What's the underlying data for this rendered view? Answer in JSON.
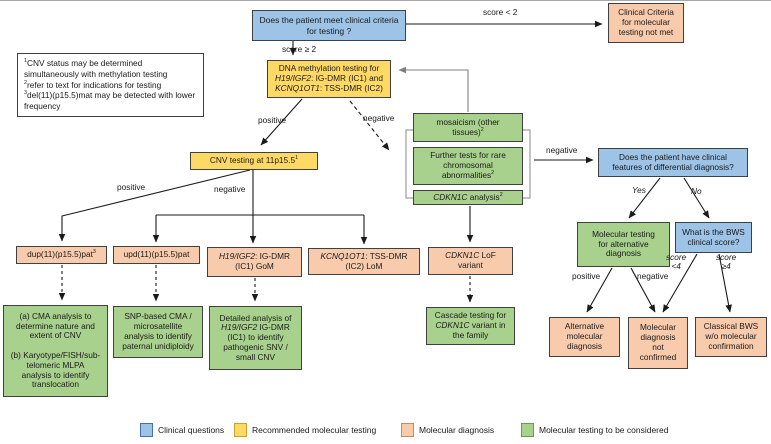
{
  "palette": {
    "blue": "#9DC3E6",
    "yellow": "#FFD966",
    "orange": "#F8CBAD",
    "green": "#A9D18E",
    "white": "#FFFFFF"
  },
  "nodes": {
    "clinical_question": [
      {
        "t": "Does the patient meet clinical criteria"
      },
      {
        "br": 1
      },
      {
        "t": "for testing ?"
      }
    ],
    "criteria_not_met": [
      {
        "t": "Clinical Criteria"
      },
      {
        "br": 1
      },
      {
        "t": "for molecular"
      },
      {
        "br": 1
      },
      {
        "t": "testing not met"
      }
    ],
    "dna_methylation": [
      {
        "t": "DNA methylation testing for"
      },
      {
        "br": 1
      },
      {
        "t": "H19/IGF2",
        "i": 1
      },
      {
        "t": ": IG-DMR (IC1) and"
      },
      {
        "br": 1
      },
      {
        "t": "KCNQ1OT1",
        "i": 1
      },
      {
        "t": ": TSS-DMR (IC2)"
      }
    ],
    "cnv_testing": [
      {
        "t": "CNV testing at 11p15.5"
      },
      {
        "t": "1",
        "s": 1
      }
    ],
    "mosaicism": [
      {
        "t": "mosaicism (other"
      },
      {
        "br": 1
      },
      {
        "t": "tissues)"
      },
      {
        "t": "2",
        "s": 1
      }
    ],
    "further_tests": [
      {
        "t": "Further tests for rare"
      },
      {
        "br": 1
      },
      {
        "t": "chromosomal"
      },
      {
        "br": 1
      },
      {
        "t": "abnormalities"
      },
      {
        "t": "2",
        "s": 1
      }
    ],
    "cdkn1c_analysis": [
      {
        "t": "CDKN1C",
        "i": 1
      },
      {
        "t": " analysis"
      },
      {
        "t": "2",
        "s": 1
      }
    ],
    "differential_question": [
      {
        "t": "Does the patient have clinical"
      },
      {
        "br": 1
      },
      {
        "t": "features of differential diagnosis?"
      }
    ],
    "alt_testing": [
      {
        "t": "Molecular testing"
      },
      {
        "br": 1
      },
      {
        "t": "for alternative"
      },
      {
        "br": 1
      },
      {
        "t": "diagnosis"
      }
    ],
    "bws_score": [
      {
        "t": "What is the BWS"
      },
      {
        "br": 1
      },
      {
        "t": "clinical score?"
      }
    ],
    "dup_box": [
      {
        "t": "dup(11)(p15.5)pat"
      },
      {
        "t": "3",
        "s": 1
      }
    ],
    "upd_box": [
      {
        "t": "upd(11)(p15.5)pat"
      }
    ],
    "h19_box": [
      {
        "t": "H19/IGF2",
        "i": 1
      },
      {
        "t": ": IG-DMR"
      },
      {
        "br": 1
      },
      {
        "t": "(IC1) GoM"
      }
    ],
    "kcnq_box": [
      {
        "t": "KCNQ1OT1",
        "i": 1
      },
      {
        "t": ": TSS-DMR"
      },
      {
        "br": 1
      },
      {
        "t": "(IC2) LoM"
      }
    ],
    "lof_box": [
      {
        "t": "CDKN1C",
        "i": 1
      },
      {
        "t": " LoF"
      },
      {
        "br": 1
      },
      {
        "t": "variant"
      }
    ],
    "cma_box": [
      {
        "t": "(a) CMA analysis to"
      },
      {
        "br": 1
      },
      {
        "t": "determine nature and"
      },
      {
        "br": 1
      },
      {
        "t": "extent of CNV"
      },
      {
        "br": 1
      },
      {
        "br": 1
      },
      {
        "t": "(b) Karyotype/FISH/sub-"
      },
      {
        "br": 1
      },
      {
        "t": "telomeric MLPA"
      },
      {
        "br": 1
      },
      {
        "t": "analysis to identify"
      },
      {
        "br": 1
      },
      {
        "t": "translocation"
      }
    ],
    "snp_box": [
      {
        "t": "SNP-based CMA /"
      },
      {
        "br": 1
      },
      {
        "t": "microsatellite"
      },
      {
        "br": 1
      },
      {
        "t": "analysis to identify"
      },
      {
        "br": 1
      },
      {
        "t": "paternal unidiploidy"
      }
    ],
    "detailed_box": [
      {
        "t": "Detailed analysis of"
      },
      {
        "br": 1
      },
      {
        "t": "H19/IGF2",
        "i": 1
      },
      {
        "t": " IG-DMR"
      },
      {
        "br": 1
      },
      {
        "t": "(IC1) to identify"
      },
      {
        "br": 1
      },
      {
        "t": "pathogenic SNV /"
      },
      {
        "br": 1
      },
      {
        "t": "small CNV"
      }
    ],
    "cascade_box": [
      {
        "t": "Cascade testing for"
      },
      {
        "br": 1
      },
      {
        "t": "CDKN1C",
        "i": 1
      },
      {
        "t": " variant in"
      },
      {
        "br": 1
      },
      {
        "t": "the family"
      }
    ],
    "alt_diagnosis": [
      {
        "t": "Alternative"
      },
      {
        "br": 1
      },
      {
        "t": "molecular"
      },
      {
        "br": 1
      },
      {
        "t": "diagnosis"
      }
    ],
    "not_confirmed": [
      {
        "t": "Molecular"
      },
      {
        "br": 1
      },
      {
        "t": "diagnosis"
      },
      {
        "br": 1
      },
      {
        "t": "not"
      },
      {
        "br": 1
      },
      {
        "t": "confirmed"
      }
    ],
    "classical_bws": [
      {
        "t": "Classical BWS"
      },
      {
        "br": 1
      },
      {
        "t": "w/o molecular"
      },
      {
        "br": 1
      },
      {
        "t": "confirmation"
      }
    ]
  },
  "footnotes": [
    {
      "t": "1",
      "s": 1
    },
    {
      "t": "CNV status may be determined simultaneously with methylation testing"
    },
    {
      "br": 1
    },
    {
      "t": "2",
      "s": 1
    },
    {
      "t": "refer to text for indications for testing"
    },
    {
      "br": 1
    },
    {
      "t": "3",
      "s": 1
    },
    {
      "t": "del(11)(p15.5)mat may be detected with lower frequency"
    }
  ],
  "labels": {
    "score_lt2": "score < 2",
    "score_ge2": "score ≥ 2",
    "positive_methylation": "positive",
    "negative_methylation": "negative",
    "positive_cnv": "positive",
    "negative_cnv": "negative",
    "negative_group": "negative",
    "yes": "Yes",
    "no": "No",
    "score_lt4": [
      {
        "t": "score",
        "i": 1
      },
      {
        "br": 1
      },
      {
        "t": "<4",
        "i": 1
      }
    ],
    "score_ge4": [
      {
        "t": "score",
        "i": 1
      },
      {
        "br": 1
      },
      {
        "t": "≥4",
        "i": 1
      }
    ],
    "positive_alt": "positive",
    "negative_alt": "negative"
  },
  "legend": {
    "items": [
      {
        "label": "Clinical questions",
        "color": "#9DC3E6",
        "border": "#4472A8"
      },
      {
        "label": "Recommended molecular testing",
        "color": "#FFD966",
        "border": "#C9A227"
      },
      {
        "label": "Molecular diagnosis",
        "color": "#F8CBAD",
        "border": "#C98963"
      },
      {
        "label": "Molecular testing to be considered",
        "color": "#A9D18E",
        "border": "#6A9A4E"
      }
    ]
  }
}
